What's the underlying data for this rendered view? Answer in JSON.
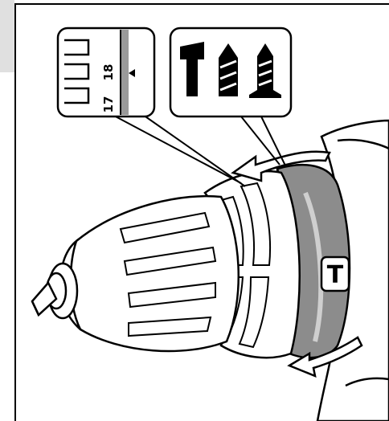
{
  "figure": {
    "scale_callout": {
      "tick_labels": [
        "17",
        "18"
      ]
    },
    "mode_callout": {
      "mode_icons": [
        "screwdriving-icon",
        "wood-drill-bit-icon",
        "masonry-drill-bit-icon"
      ]
    },
    "collar_mode_glyph": "T"
  },
  "colors": {
    "line": "#000000",
    "fill": "#ffffff",
    "collar_grey": "#8c8c8c",
    "corner_tab": "#e0e0e0"
  }
}
